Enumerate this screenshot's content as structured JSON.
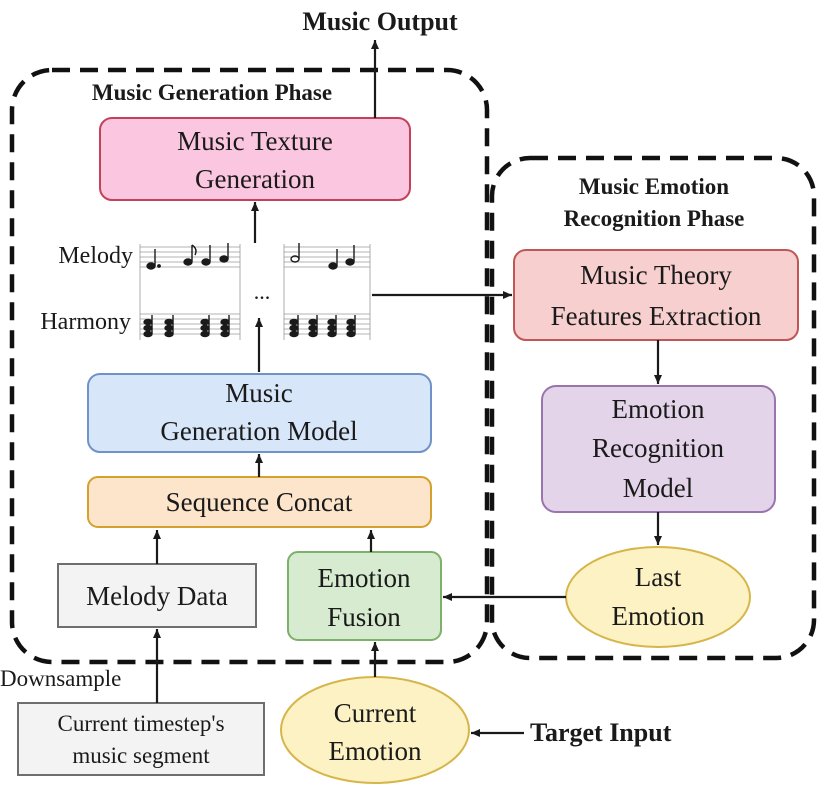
{
  "labels": {
    "music_output": "Music Output",
    "generation_phase": "Music Generation Phase",
    "emotion_phase": [
      "Music Emotion",
      "Recognition Phase"
    ],
    "melody": "Melody",
    "harmony": "Harmony",
    "ellipsis": "...",
    "downsample": "Downsample",
    "target_input": "Target Input"
  },
  "nodes": {
    "texture": [
      "Music Texture",
      "Generation"
    ],
    "gen_model": [
      "Music",
      "Generation Model"
    ],
    "concat": [
      "Sequence Concat"
    ],
    "melody_data": [
      "Melody Data"
    ],
    "fusion": [
      "Emotion",
      "Fusion"
    ],
    "segment": [
      "Current timestep's",
      "music segment"
    ],
    "current_emotion": [
      "Current",
      "Emotion"
    ],
    "theory": [
      "Music Theory",
      "Features Extraction"
    ],
    "recognition": [
      "Emotion",
      "Recognition",
      "Model"
    ],
    "last_emotion": [
      "Last",
      "Emotion"
    ]
  },
  "colors": {
    "texture_fill": "#fbc6e0",
    "texture_stroke": "#c3425a",
    "gen_model_fill": "#d7e6f8",
    "gen_model_stroke": "#6f93c8",
    "concat_fill": "#fde5cc",
    "concat_stroke": "#d6a02c",
    "melody_fill": "#f3f3f3",
    "melody_stroke": "#6e6e6e",
    "fusion_fill": "#d6ebcf",
    "fusion_stroke": "#7cb06b",
    "theory_fill": "#f7cfcf",
    "theory_stroke": "#c05656",
    "recognition_fill": "#e4d4ea",
    "recognition_stroke": "#9a74ad",
    "ellipse_fill": "#fdf2c4",
    "ellipse_stroke": "#d6b64a"
  }
}
